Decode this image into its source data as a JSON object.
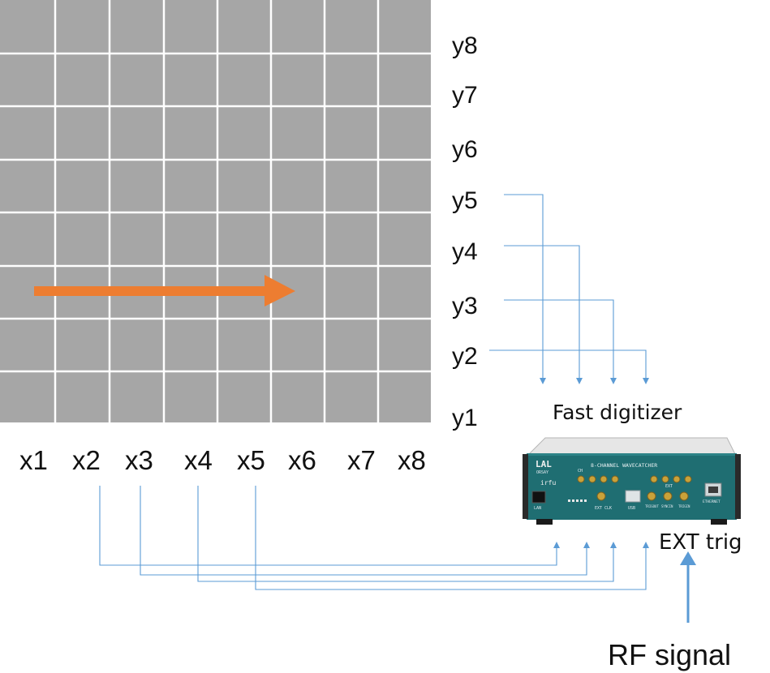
{
  "detector": {
    "columns": 8,
    "rows": 8,
    "cell_color": "#a6a6a6",
    "grid_line_color": "#ffffff"
  },
  "beam_arrow_color": "#ed7d31",
  "x_labels": [
    "x1",
    "x2",
    "x3",
    "x4",
    "x5",
    "x6",
    "x7",
    "x8"
  ],
  "y_labels": [
    "y8",
    "y7",
    "y6",
    "y5",
    "y4",
    "y3",
    "y2",
    "y1"
  ],
  "wire_color": "#5b9bd5",
  "digitizer": {
    "label": "Fast digitizer",
    "panel_title": "8-CHANNEL WAVECATCHER",
    "logo_top": "LAL",
    "logo_sub": "ORSAY",
    "logo_irfu": "irfu",
    "port_lan": "LAN",
    "port_usb": "USB",
    "port_ethernet": "ETHERNET",
    "port_ext_clk": "EXT CLK",
    "port_trig_out": "TRIGOUT",
    "port_sync": "SYNCIN",
    "port_trig_in": "TRIGIN",
    "port_ext": "EXT",
    "port_ch": "CH",
    "body_color": "#1f6e72"
  },
  "ext_trig_label": "EXT trig",
  "rf_signal_label": "RF signal"
}
